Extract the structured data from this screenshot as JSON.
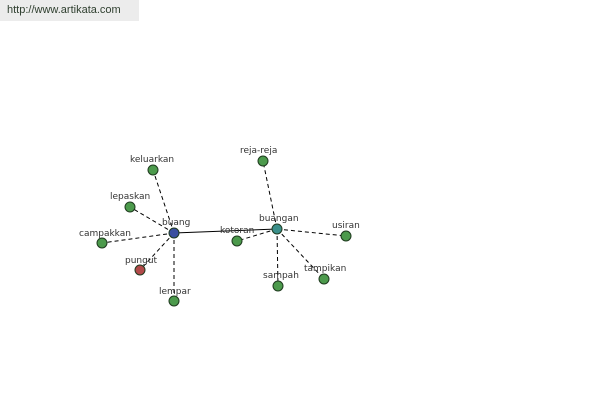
{
  "header": {
    "url": "http://www.artikata.com"
  },
  "graph": {
    "colors": {
      "hub": "#3a4fa0",
      "secondary_hub": "#3a8f8a",
      "node": "#4c9a4c",
      "alternate": "#b24a4a"
    },
    "nodes": [
      {
        "key": "buang",
        "label": "buang"
      },
      {
        "key": "buangan",
        "label": "buangan"
      },
      {
        "key": "keluarkan",
        "label": "keluarkan"
      },
      {
        "key": "lepaskan",
        "label": "lepaskan"
      },
      {
        "key": "campakkan",
        "label": "campakkan"
      },
      {
        "key": "pungut",
        "label": "pungut"
      },
      {
        "key": "lempar",
        "label": "lempar"
      },
      {
        "key": "kotoran",
        "label": "kotoran"
      },
      {
        "key": "reja-reja",
        "label": "reja-reja"
      },
      {
        "key": "usiran",
        "label": "usiran"
      },
      {
        "key": "tampikan",
        "label": "tampikan"
      },
      {
        "key": "sampah",
        "label": "sampah"
      }
    ],
    "edges": [
      {
        "from": "buang",
        "to": "buangan",
        "style": "solid"
      },
      {
        "from": "buang",
        "to": "keluarkan",
        "style": "dashed"
      },
      {
        "from": "buang",
        "to": "lepaskan",
        "style": "dashed"
      },
      {
        "from": "buang",
        "to": "campakkan",
        "style": "dashed"
      },
      {
        "from": "buang",
        "to": "pungut",
        "style": "dashed"
      },
      {
        "from": "buang",
        "to": "lempar",
        "style": "dashed"
      },
      {
        "from": "buangan",
        "to": "kotoran",
        "style": "dashed"
      },
      {
        "from": "buangan",
        "to": "reja-reja",
        "style": "dashed"
      },
      {
        "from": "buangan",
        "to": "usiran",
        "style": "dashed"
      },
      {
        "from": "buangan",
        "to": "tampikan",
        "style": "dashed"
      },
      {
        "from": "buangan",
        "to": "sampah",
        "style": "dashed"
      }
    ]
  }
}
